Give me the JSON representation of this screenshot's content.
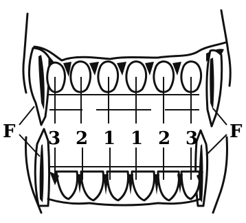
{
  "figure": {
    "labels": {
      "fang_left": "F",
      "fang_right": "F",
      "incisors": [
        "3",
        "2",
        "1",
        "1",
        "2",
        "3"
      ]
    }
  }
}
